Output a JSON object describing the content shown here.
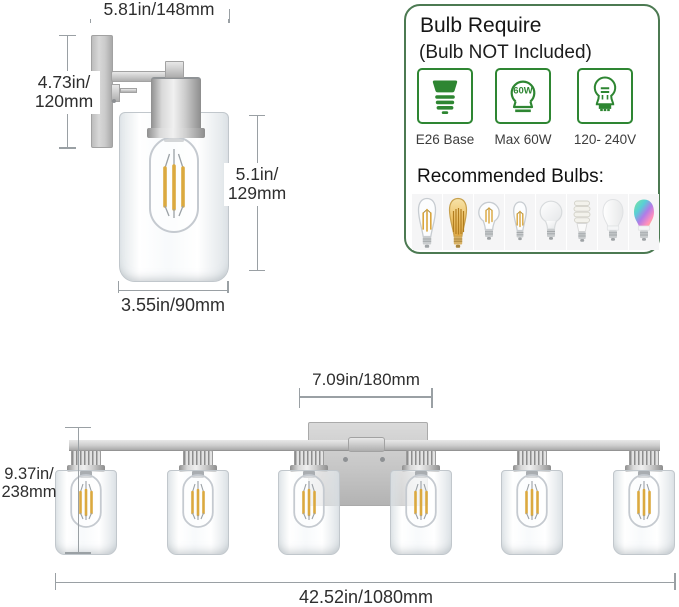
{
  "diagram": {
    "sconce": {
      "dim_top": "5.81in/148mm",
      "dim_left_line1": "4.73in/",
      "dim_left_line2": "120mm",
      "dim_right_line1": "5.1in/",
      "dim_right_line2": "129mm",
      "dim_bottom": "3.55in/90mm"
    },
    "vanity": {
      "dim_backplate": "7.09in/180mm",
      "dim_height_line1": "9.37in/",
      "dim_height_line2": "238mm",
      "dim_width": "42.52in/1080mm",
      "light_count": 6
    }
  },
  "bulb_panel": {
    "title": "Bulb Require",
    "subtitle": "(Bulb NOT Included)",
    "specs": [
      {
        "icon": "e26-base-icon",
        "line1": "E26",
        "line2": "Base"
      },
      {
        "icon": "max-wattage-bulb-icon",
        "badge": "60W",
        "line1": "Max",
        "line2": "60W"
      },
      {
        "icon": "voltage-bulb-icon",
        "line1": "120-",
        "line2": "240V"
      }
    ],
    "recommended_heading": "Recommended Bulbs:",
    "recommended_bulbs": [
      "edison-st64-clear-filament-bulb",
      "edison-st64-gold-filament-bulb",
      "a19-clear-filament-bulb",
      "st45-clear-filament-bulb",
      "frosted-incandescent-bulb",
      "cfl-spiral-bulb",
      "led-a19-white-bulb",
      "smart-rgb-color-bulb"
    ]
  },
  "colors": {
    "panel_border_green": "#4c7a52",
    "icon_green": "#2e8632",
    "dimension_line_gray": "#9aa0a4",
    "text_dark": "#2e2e2e",
    "nickel_metal": "#c9c9c9",
    "filament_amber": "#dba93f"
  }
}
